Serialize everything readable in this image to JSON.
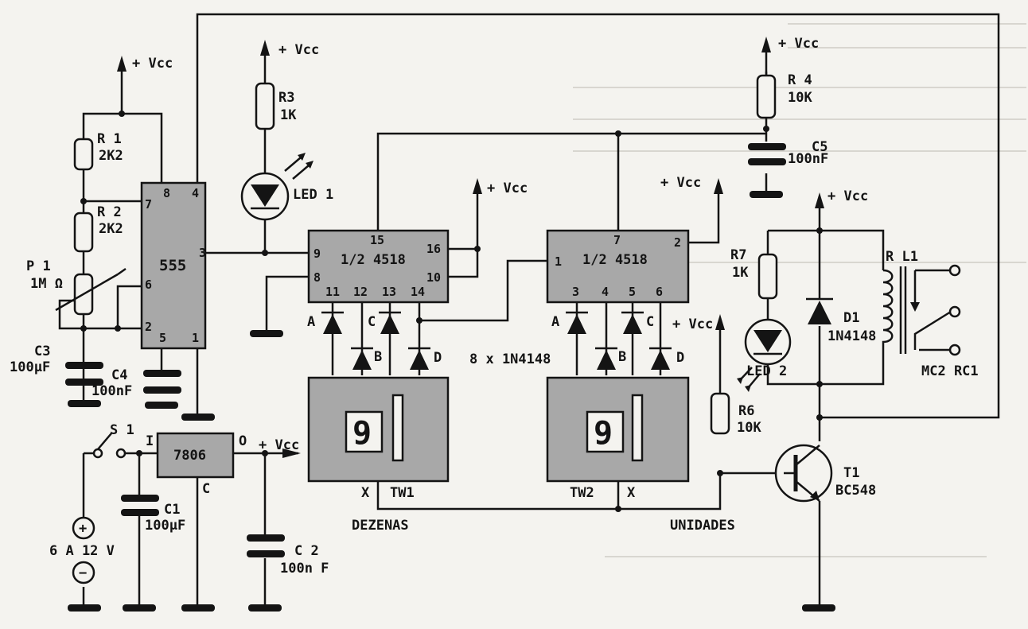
{
  "components": {
    "ic_555": {
      "label": "555",
      "pins": [
        "8",
        "4",
        "7",
        "3",
        "6",
        "2",
        "5",
        "1"
      ]
    },
    "ic_4518a": {
      "label": "1/2 4518",
      "pins": [
        "15",
        "16",
        "9",
        "8",
        "10",
        "11",
        "12",
        "13",
        "14"
      ]
    },
    "ic_4518b": {
      "label": "1/2 4518",
      "pins": [
        "7",
        "2",
        "1",
        "3",
        "4",
        "5",
        "6"
      ]
    },
    "regulator": {
      "label": "7806",
      "in": "I",
      "out": "O",
      "common": "C"
    },
    "r1": {
      "name": "R 1",
      "value": "2K2"
    },
    "r2": {
      "name": "R 2",
      "value": "2K2"
    },
    "p1": {
      "name": "P 1",
      "value": "1M Ω"
    },
    "r3": {
      "name": "R3",
      "value": "1K"
    },
    "r4": {
      "name": "R 4",
      "value": "10K"
    },
    "r6": {
      "name": "R6",
      "value": "10K"
    },
    "r7": {
      "name": "R7",
      "value": "1K"
    },
    "c1": {
      "name": "C1",
      "value": "100µF"
    },
    "c2": {
      "name": "C 2",
      "value": "100n F"
    },
    "c3": {
      "name": "C3",
      "value": "100µF"
    },
    "c4": {
      "name": "C4",
      "value": "100nF"
    },
    "c5": {
      "name": "C5",
      "value": "100nF"
    },
    "led1": {
      "name": "LED 1"
    },
    "led2": {
      "name": "LED 2"
    },
    "d1": {
      "name": "D1",
      "value": "1N4148"
    },
    "t1": {
      "name": "T1",
      "value": "BC548"
    },
    "rl1": {
      "name": "R L1",
      "value": "MC2 RC1"
    },
    "s1": {
      "name": "S 1"
    },
    "tw1": {
      "name": "TW1",
      "digit": "9",
      "pin": "X",
      "caption": "DEZENAS"
    },
    "tw2": {
      "name": "TW2",
      "digit": "9",
      "pin": "X",
      "caption": "UNIDADES"
    },
    "diodes_note": "8 x 1N4148",
    "diode_letters": [
      "A",
      "B",
      "C",
      "D"
    ],
    "supply": {
      "vcc": "+ Vcc",
      "range": "6 A 12 V",
      "plus": "+",
      "minus": "−"
    }
  }
}
